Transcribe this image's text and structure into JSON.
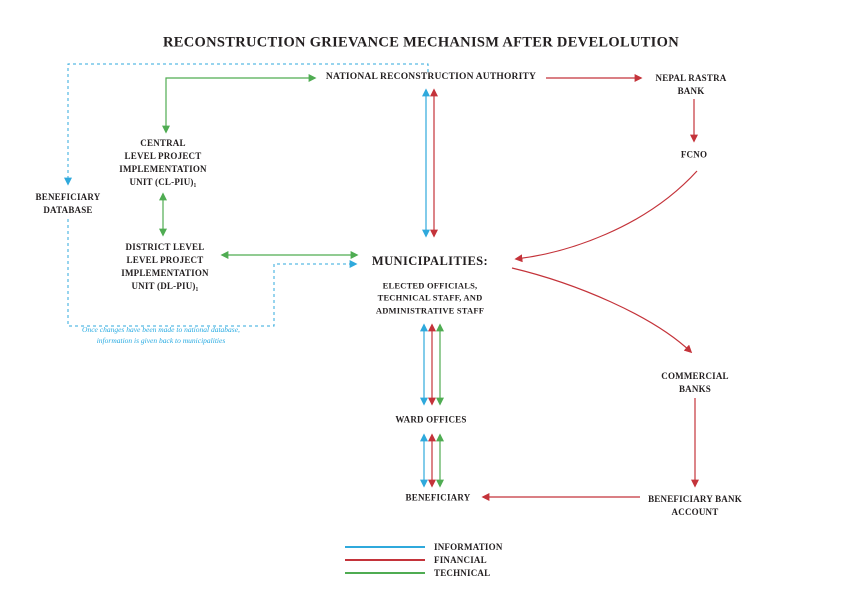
{
  "title": "RECONSTRUCTION GRIEVANCE MECHANISM AFTER DEVELOLUTION",
  "colors": {
    "info": "#2FA9DC",
    "financial": "#C4333A",
    "technical": "#4FAC52",
    "text": "#231F20",
    "note": "#29ABE2"
  },
  "nodes": {
    "nra": {
      "label": "NATIONAL RECONSTRUCTION AUTHORITY"
    },
    "nepal_rastra_bank": {
      "lines": [
        "NEPAL RASTRA",
        "BANK"
      ]
    },
    "fcno": {
      "label": "FCNO"
    },
    "clpiu": {
      "lines": [
        "CENTRAL",
        "LEVEL PROJECT",
        "IMPLEMENTATION",
        "UNIT (CL-PIU)₁"
      ]
    },
    "beneficiary_database": {
      "lines": [
        "BENEFICIARY",
        "DATABASE"
      ]
    },
    "dlpiu": {
      "lines": [
        "DISTRICT LEVEL",
        "LEVEL PROJECT",
        "IMPLEMENTATION",
        "UNIT (DL-PIU)₁"
      ]
    },
    "municipalities": {
      "label": "MUNICIPALITIES:",
      "sublines": [
        "ELECTED OFFICIALS,",
        "TECHNICAL STAFF, AND",
        "ADMINISTRATIVE STAFF"
      ]
    },
    "commercial_banks": {
      "lines": [
        "COMMERCIAL",
        "BANKS"
      ]
    },
    "ward_offices": {
      "label": "WARD OFFICES"
    },
    "beneficiary": {
      "label": "BENEFICIARY"
    },
    "beneficiary_bank_account": {
      "lines": [
        "BENEFICIARY BANK",
        "ACCOUNT"
      ]
    }
  },
  "note": {
    "lines": [
      "Once changes have been made to national database,",
      "information is given back to municipalities"
    ]
  },
  "legend": {
    "items": [
      {
        "label": "INFORMATION",
        "color": "#2FA9DC"
      },
      {
        "label": "FINANCIAL",
        "color": "#C4333A"
      },
      {
        "label": "TECHNICAL",
        "color": "#4FAC52"
      }
    ]
  }
}
